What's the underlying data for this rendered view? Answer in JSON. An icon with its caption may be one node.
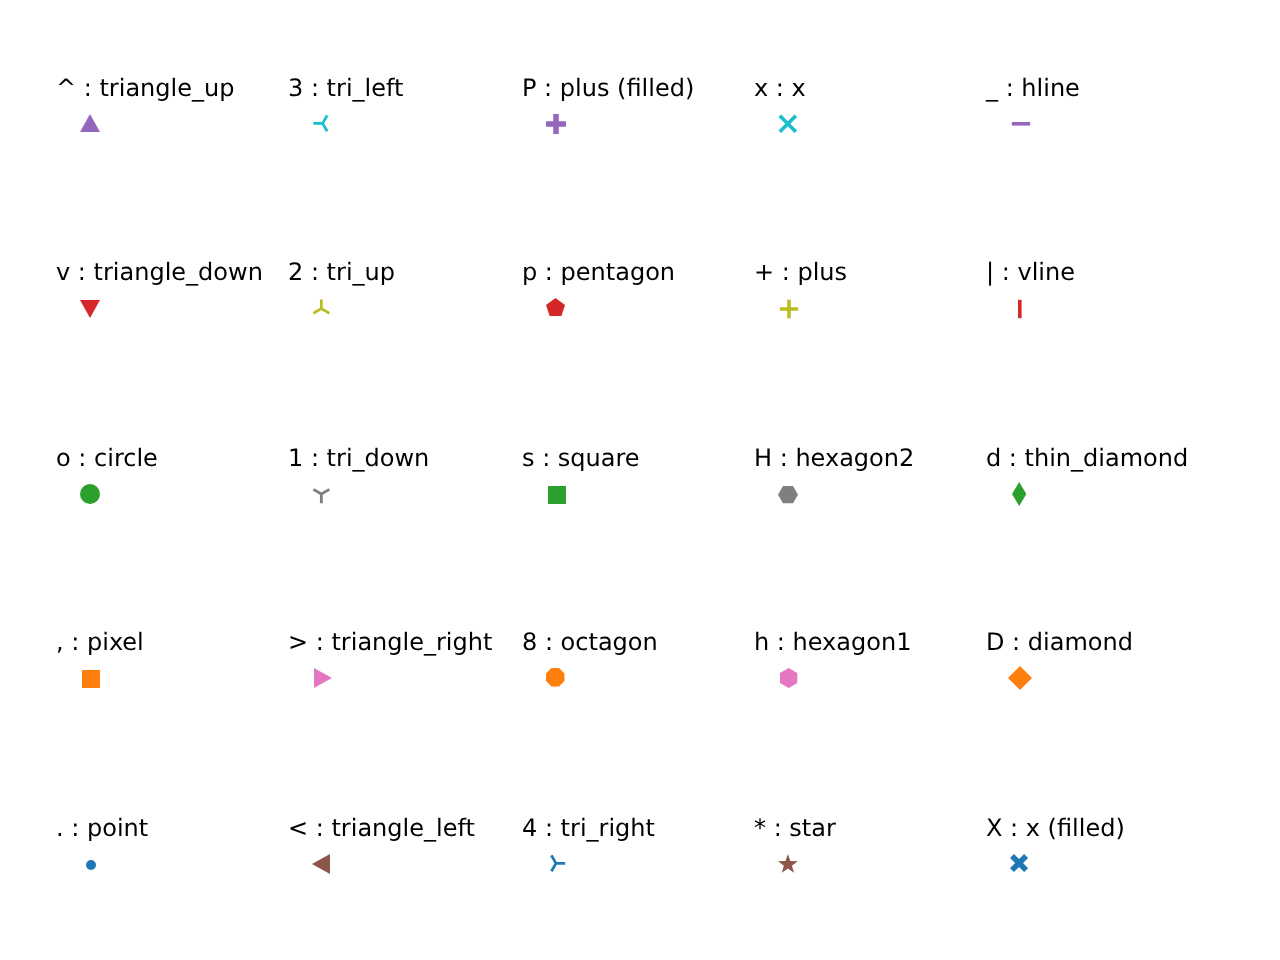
{
  "diagram": {
    "labels": [
      "^ : triangle_up",
      "3 : tri_left",
      "P : plus (filled)",
      "x : x",
      "_ : hline",
      "v : triangle_down",
      "2 : tri_up",
      "p : pentagon",
      "+ : plus",
      "| : vline",
      "o : circle",
      "1 : tri_down",
      "s : square",
      "H : hexagon2",
      "d : thin_diamond",
      ", : pixel",
      "> : triangle_right",
      "8 : octagon",
      "h : hexagon1",
      "D : diamond",
      ". : point",
      "< : triangle_left",
      "4 : tri_right",
      "* : star",
      "X : x (filled)"
    ]
  }
}
